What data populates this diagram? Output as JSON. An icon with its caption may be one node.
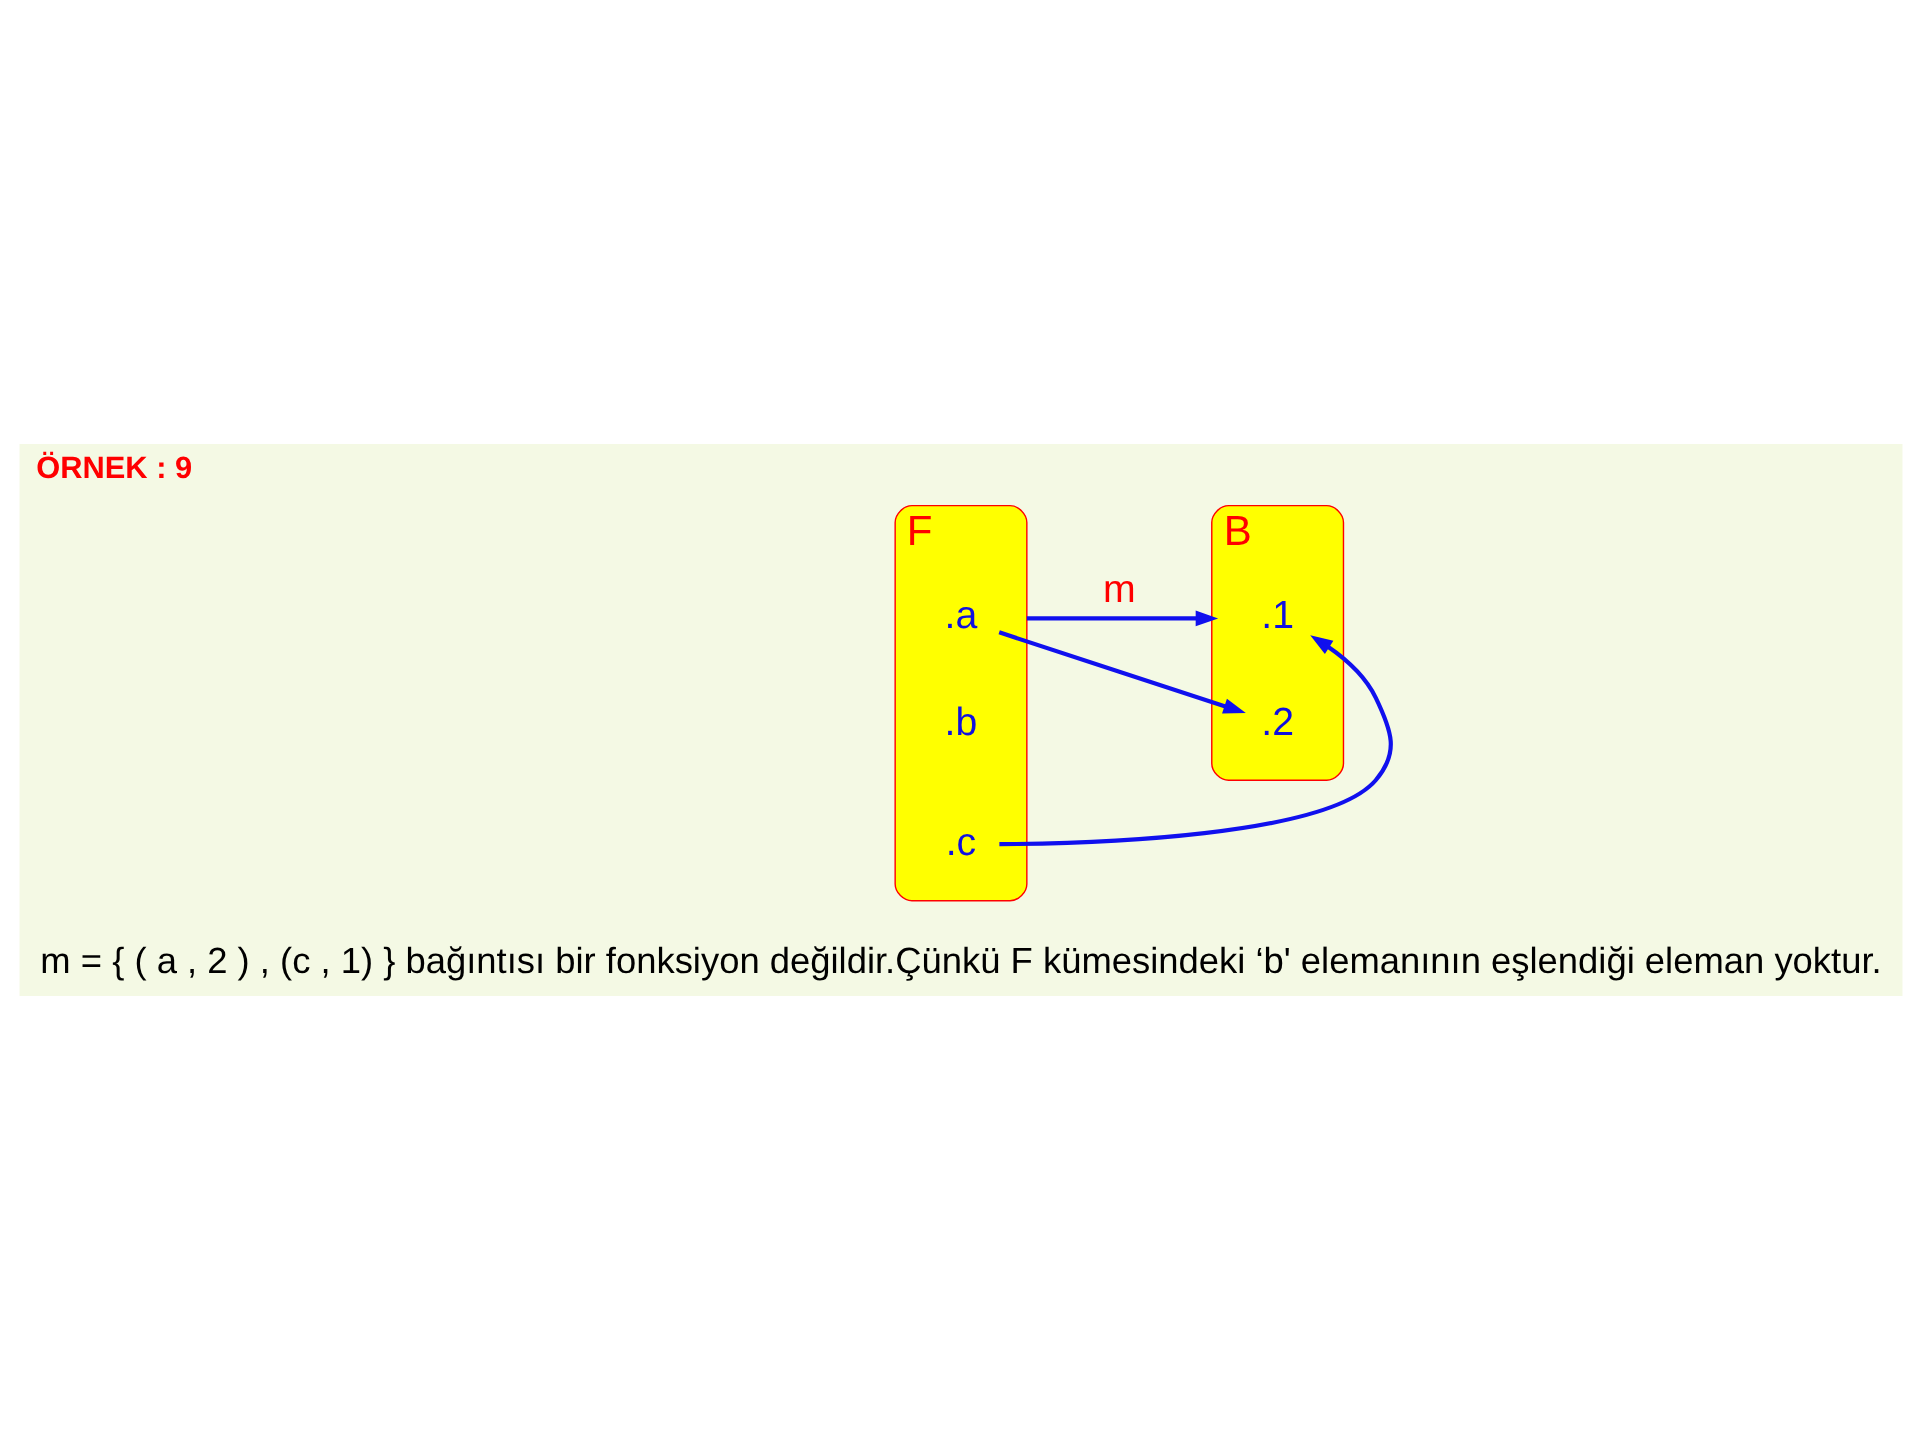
{
  "diagram": {
    "title": "ÖRNEK : 9",
    "nodes": [
      {
        "text": [
          "F"
        ]
      },
      {
        "text": [
          ".a"
        ],
        "in": 0
      },
      {
        "text": [
          ".b"
        ],
        "in": 0
      },
      {
        "text": [
          ".c"
        ],
        "in": 0
      },
      {
        "text": [
          "B"
        ]
      },
      {
        "text": [
          ".1"
        ],
        "in": 4
      },
      {
        "text": [
          ".2"
        ],
        "in": 4
      }
    ],
    "edges": [
      {
        "from": 0,
        "to": 4,
        "arrow": "to",
        "label": "m"
      },
      {
        "from": 1,
        "to": 6,
        "arrow": "to"
      },
      {
        "from": 3,
        "to": 5,
        "arrow": "to"
      }
    ],
    "labels": [
      "m = { ( a , 2 ) , (c , 1) } bağıntısı bir fonksiyon değildir.Çünkü F kümesindeki ‘b' elemanının eşlendiği eleman yoktur."
    ]
  }
}
